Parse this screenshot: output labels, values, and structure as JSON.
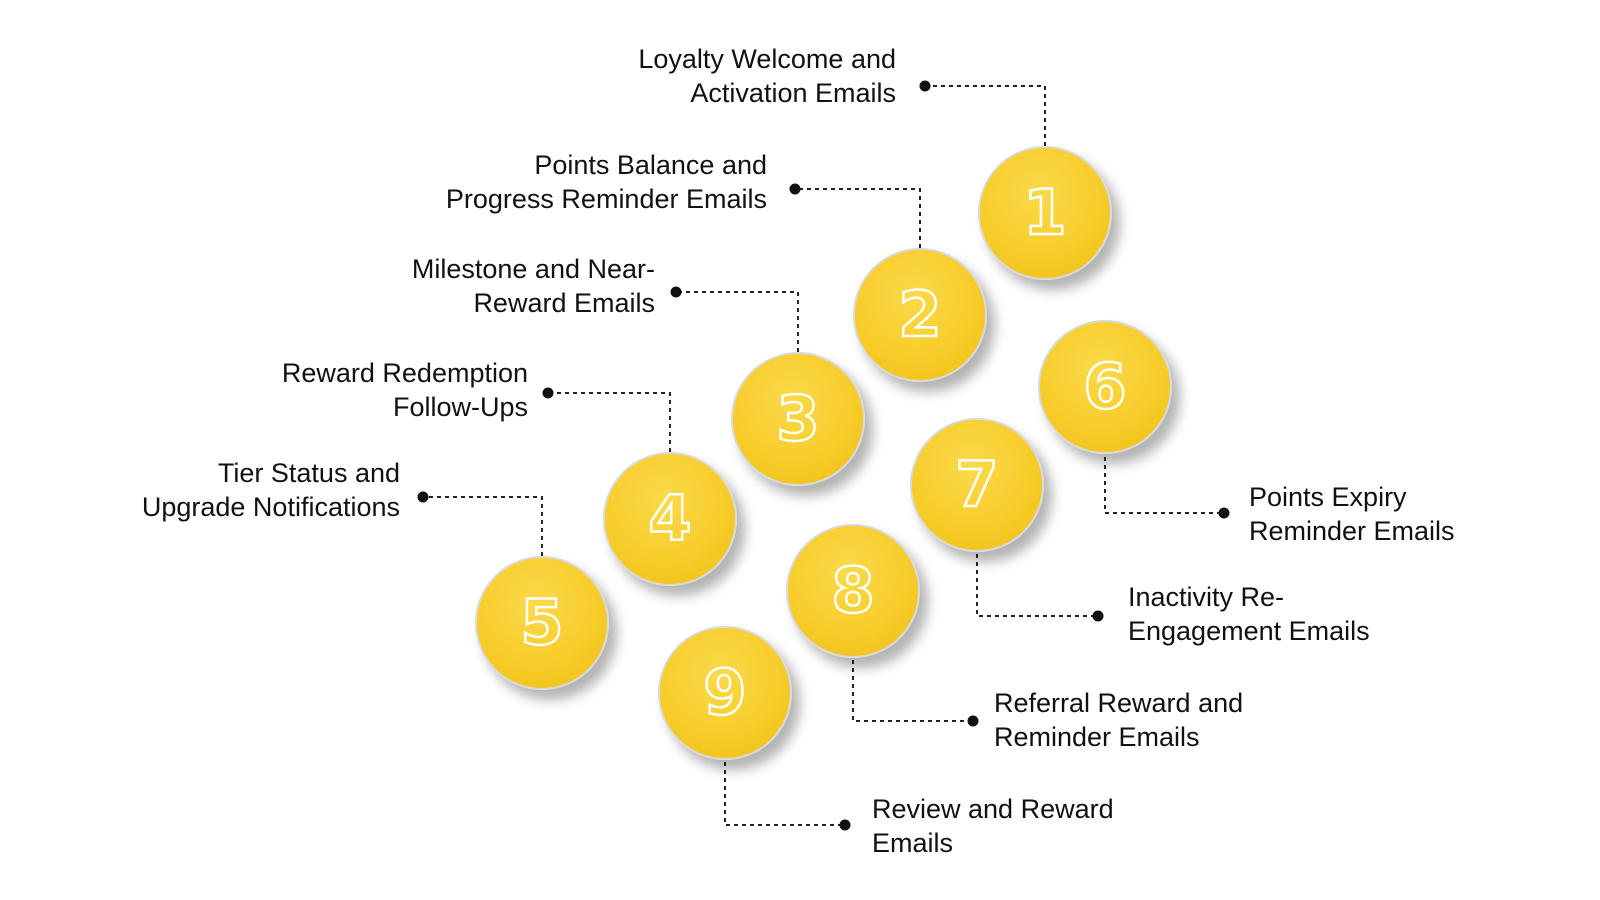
{
  "steps": [
    {
      "number": "1",
      "label_line1": "Loyalty Welcome and",
      "label_line2": "Activation Emails"
    },
    {
      "number": "2",
      "label_line1": "Points Balance and",
      "label_line2": "Progress Reminder Emails"
    },
    {
      "number": "3",
      "label_line1": "Milestone and Near-",
      "label_line2": "Reward Emails"
    },
    {
      "number": "4",
      "label_line1": "Reward Redemption",
      "label_line2": "Follow-Ups"
    },
    {
      "number": "5",
      "label_line1": "Tier Status and",
      "label_line2": "Upgrade Notifications"
    },
    {
      "number": "6",
      "label_line1": "Points Expiry",
      "label_line2": "Reminder Emails"
    },
    {
      "number": "7",
      "label_line1": "Inactivity Re-",
      "label_line2": "Engagement Emails"
    },
    {
      "number": "8",
      "label_line1": "Referral Reward and",
      "label_line2": "Reminder Emails"
    },
    {
      "number": "9",
      "label_line1": "Review and Reward",
      "label_line2": "Emails"
    }
  ],
  "colors": {
    "circle_fill": "#f7cd2b",
    "circle_border": "#d9d9d9",
    "number_outline": "#ffffff",
    "connector": "#222222",
    "text": "#111111"
  }
}
